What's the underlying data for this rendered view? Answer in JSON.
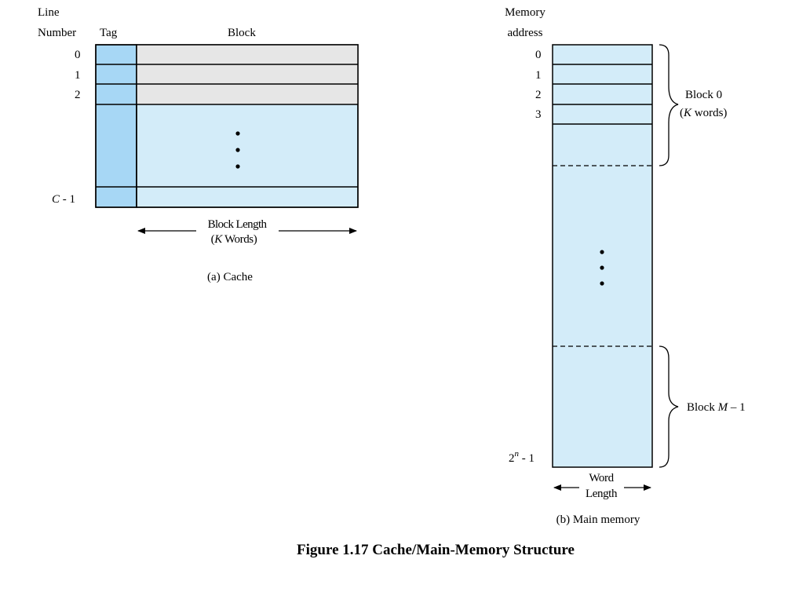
{
  "figure_caption": "Figure 1.17  Cache/Main-Memory Structure",
  "colors": {
    "tag_fill": "#a7d7f5",
    "data_fill_light": "#d3ecf9",
    "data_fill_gray": "#e6e6e6",
    "outline": "#000000"
  },
  "cache": {
    "header_line": "Line",
    "header_number": "Number",
    "header_tag": "Tag",
    "header_block": "Block",
    "row_labels": [
      "0",
      "1",
      "2"
    ],
    "last_row_label_c": "C",
    "last_row_label_rest": " - 1",
    "length_line1": "Block Length",
    "length_line2_k": "K",
    "length_line2_rest": " Words)",
    "length_line2_open": "(",
    "caption": "(a) Cache"
  },
  "memory": {
    "header_line1": "Memory",
    "header_line2": "address",
    "address_labels": [
      "0",
      "1",
      "2",
      "3"
    ],
    "last_address_base": "2",
    "last_address_exp": "n",
    "last_address_rest": " - 1",
    "block0_line1": "Block 0",
    "block0_line2_open": "(",
    "block0_line2_k": "K",
    "block0_line2_rest": " words)",
    "blockM_prefix": "Block ",
    "blockM_var": "M",
    "blockM_rest": " – 1",
    "word_length_line1": "Word",
    "word_length_line2": "Length",
    "caption": "(b) Main memory"
  }
}
